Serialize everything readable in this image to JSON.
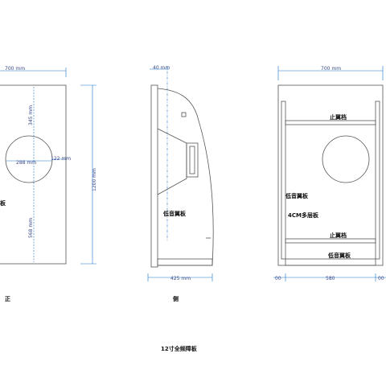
{
  "front": {
    "width_dim": "700 mm",
    "height_dim": "1200 mm",
    "top_dim": "345 mm",
    "bottom_dim": "568 mm",
    "hole_dim": "288 mm",
    "hole_side_dim": "122 mm",
    "board_label": "板",
    "caption": "正"
  },
  "side": {
    "top_dim": "40 mm",
    "bottom_dim": "425 mm",
    "board_label": "低音翼板",
    "caption": "侧"
  },
  "rear": {
    "width_dim": "700 mm",
    "stop_top": "止翼档",
    "bass_wing_1": "低音翼板",
    "multilayer": "4CM多层板",
    "stop_bottom": "止翼档",
    "bass_wing_2": "低音翼板",
    "dim_left": "00",
    "dim_mid": "580",
    "dim_right": "00"
  },
  "title": "12寸全频障板"
}
